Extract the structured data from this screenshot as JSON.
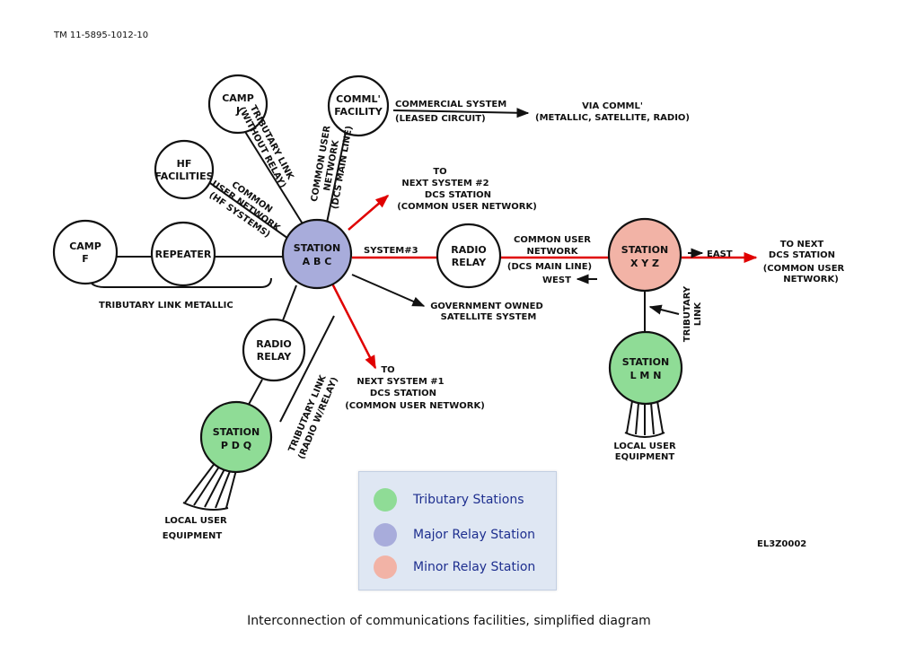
{
  "header": {
    "document_id": "TM 11-5895-1012-10"
  },
  "caption": "Interconnection of communications facilities, simplified diagram",
  "drawing_code": "EL3Z0002",
  "colors": {
    "tributary": "#8fdc96",
    "major_relay": "#a8acdb",
    "minor_relay": "#f2b3a6",
    "red_link": "#e00000"
  },
  "nodes": {
    "camp_j": [
      "CAMP",
      "J"
    ],
    "comml_facility": [
      "COMML'",
      "FACILITY"
    ],
    "hf_facilities": [
      "HF",
      "FACILITIES"
    ],
    "camp_f": [
      "CAMP",
      "F"
    ],
    "repeater": [
      "REPEATER"
    ],
    "station_abc": [
      "STATION",
      "A B C"
    ],
    "radio_relay_a": [
      "RADIO",
      "RELAY"
    ],
    "station_xyz": [
      "STATION",
      "X Y Z"
    ],
    "radio_relay_b": [
      "RADIO",
      "RELAY"
    ],
    "station_lmn": [
      "STATION",
      "L M N"
    ],
    "station_pdq": [
      "STATION",
      "P D Q"
    ]
  },
  "labels": {
    "commercial_system": "COMMERCIAL SYSTEM",
    "leased_circuit": "(LEASED CIRCUIT)",
    "via_comml": [
      "VIA COMML'",
      "(METALLIC, SATELLITE, RADIO)"
    ],
    "tributary_without_relay": [
      "TRIBUTARY LINK",
      "(WITHOUT RELAY)"
    ],
    "common_user_dcs_main": [
      "COMMON USER",
      "NETWORK",
      "(DCS MAIN LINE)"
    ],
    "common_user_hf": [
      "COMMON",
      "USER NETWORK",
      "(HF SYSTEMS)"
    ],
    "next_system_2": [
      "TO",
      "NEXT SYSTEM #2",
      "DCS STATION",
      "(COMMON USER NETWORK)"
    ],
    "system_3": "SYSTEM#3",
    "common_user_network_top": [
      "COMMON USER",
      "NETWORK"
    ],
    "dcs_main_line": "(DCS MAIN LINE)",
    "west": "WEST",
    "east": "EAST",
    "next_dcs_station": [
      "TO NEXT",
      "DCS STATION",
      "(COMMON USER",
      "NETWORK)"
    ],
    "gov_satellite": [
      "GOVERNMENT OWNED",
      "SATELLITE SYSTEM"
    ],
    "tributary_link_metallic": "TRIBUTARY LINK METALLIC",
    "tributary_link_right": [
      "TRIBUTARY",
      "LINK"
    ],
    "next_system_1": [
      "TO",
      "NEXT SYSTEM #1",
      "DCS STATION",
      "(COMMON USER NETWORK)"
    ],
    "tributary_radio_relay": [
      "TRIBUTARY LINK",
      "(RADIO W/RELAY)"
    ],
    "local_user_lmn": [
      "LOCAL USER",
      "EQUIPMENT"
    ],
    "local_user_pdq": [
      "LOCAL USER",
      "EQUIPMENT"
    ]
  },
  "legend": {
    "items": [
      {
        "label": "Tributary Stations",
        "color": "#8fdc96"
      },
      {
        "label": "Major Relay Station",
        "color": "#a8acdb"
      },
      {
        "label": "Minor Relay Station",
        "color": "#f2b3a6"
      }
    ]
  }
}
